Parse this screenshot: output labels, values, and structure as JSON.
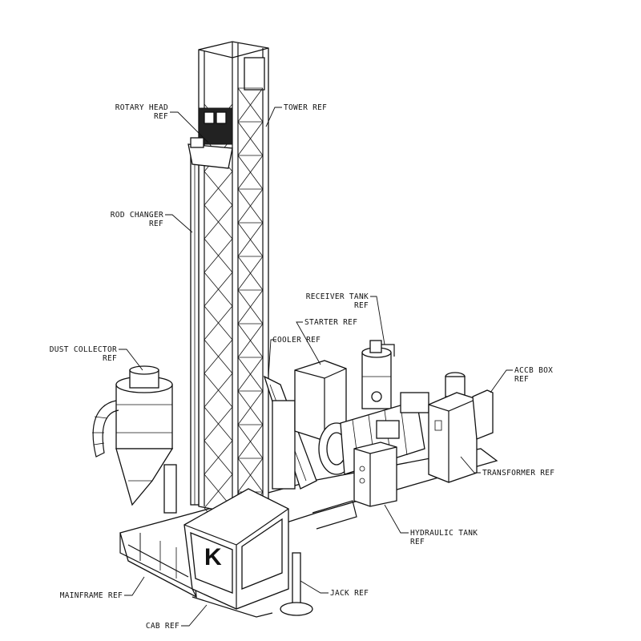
{
  "title": "Drill rig assembly reference drawing",
  "labels": {
    "rotary_head": [
      "ROTARY HEAD",
      "REF"
    ],
    "tower": [
      "TOWER REF"
    ],
    "rod_changer": [
      "ROD CHANGER",
      "REF"
    ],
    "receiver_tank": [
      "RECEIVER TANK",
      "REF"
    ],
    "starter": [
      "STARTER REF"
    ],
    "cooler": [
      "COOLER REF"
    ],
    "dust_collector": [
      "DUST COLLECTOR",
      "REF"
    ],
    "accb_box": [
      "ACCB BOX",
      "REF"
    ],
    "transformer": [
      "TRANSFORMER REF"
    ],
    "hydraulic_tank": [
      "HYDRAULIC TANK",
      "REF"
    ],
    "mainframe": [
      "MAINFRAME REF"
    ],
    "jack": [
      "JACK REF"
    ],
    "cab": [
      "CAB REF"
    ]
  },
  "cab_logo": "K"
}
